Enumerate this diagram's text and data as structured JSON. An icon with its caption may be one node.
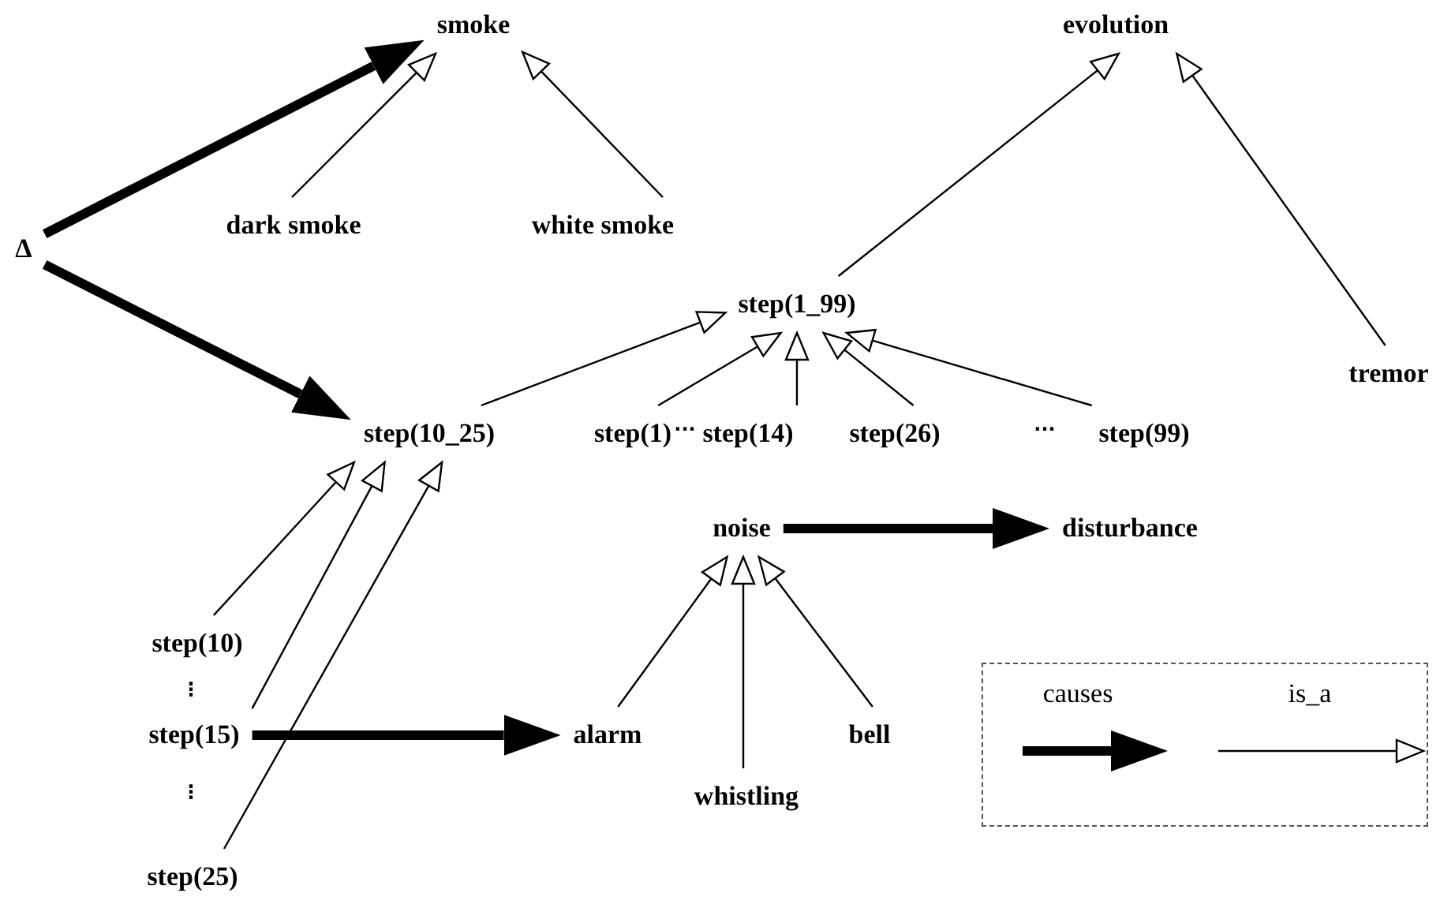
{
  "diagram": {
    "nodes": [
      {
        "text": [
          "smoke"
        ]
      },
      {
        "text": [
          "Δ"
        ]
      },
      {
        "text": [
          "dark smoke"
        ]
      },
      {
        "text": [
          "white smoke"
        ]
      },
      {
        "text": [
          "evolution"
        ]
      },
      {
        "text": [
          "step(1_99)"
        ]
      },
      {
        "text": [
          "tremor"
        ]
      },
      {
        "text": [
          "step(10_25)"
        ]
      },
      {
        "text": [
          "step(1)"
        ]
      },
      {
        "text": [
          "step(14)"
        ]
      },
      {
        "text": [
          "step(26)"
        ]
      },
      {
        "text": [
          "step(99)"
        ]
      },
      {
        "text": [
          "noise"
        ]
      },
      {
        "text": [
          "disturbance"
        ]
      },
      {
        "text": [
          "step(10)"
        ]
      },
      {
        "text": [
          "step(15)"
        ]
      },
      {
        "text": [
          "alarm"
        ]
      },
      {
        "text": [
          "whistling"
        ]
      },
      {
        "text": [
          "bell"
        ]
      },
      {
        "text": [
          "step(25)"
        ]
      }
    ],
    "edges": [
      {
        "from": 1,
        "to": 0,
        "arrow": "to",
        "style": "thick"
      },
      {
        "from": 1,
        "to": 7,
        "arrow": "to",
        "style": "thick"
      },
      {
        "from": 2,
        "to": 0,
        "arrow": "to"
      },
      {
        "from": 3,
        "to": 0,
        "arrow": "to"
      },
      {
        "from": 5,
        "to": 4,
        "arrow": "to"
      },
      {
        "from": 6,
        "to": 4,
        "arrow": "to"
      },
      {
        "from": 7,
        "to": 5,
        "arrow": "to"
      },
      {
        "from": 8,
        "to": 5,
        "arrow": "to"
      },
      {
        "from": 9,
        "to": 5,
        "arrow": "to"
      },
      {
        "from": 10,
        "to": 5,
        "arrow": "to"
      },
      {
        "from": 11,
        "to": 5,
        "arrow": "to"
      },
      {
        "from": 12,
        "to": 13,
        "arrow": "to",
        "style": "thick"
      },
      {
        "from": 14,
        "to": 7,
        "arrow": "to"
      },
      {
        "from": 15,
        "to": 7,
        "arrow": "to"
      },
      {
        "from": 19,
        "to": 7,
        "arrow": "to"
      },
      {
        "from": 15,
        "to": 16,
        "arrow": "to",
        "style": "thick"
      },
      {
        "from": 16,
        "to": 12,
        "arrow": "to"
      },
      {
        "from": 17,
        "to": 12,
        "arrow": "to"
      },
      {
        "from": 18,
        "to": 12,
        "arrow": "to"
      }
    ],
    "labels": [
      "···",
      "···",
      "⋮",
      "⋮"
    ],
    "legend": [
      {
        "text": "causes"
      },
      {
        "text": "is_a"
      }
    ]
  }
}
